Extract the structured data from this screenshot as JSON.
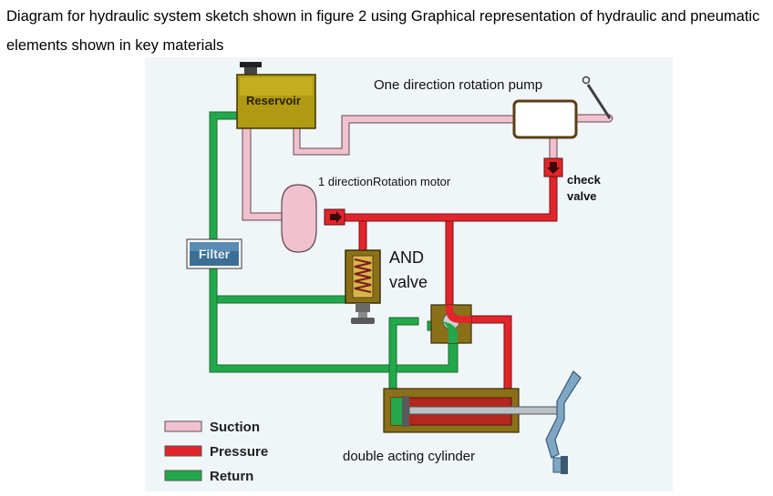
{
  "caption": {
    "text": "Diagram for hydraulic system sketch shown in figure 2 using Graphical representation of hydraulic and pneumatic elements shown in key materials"
  },
  "diagram": {
    "colors": {
      "suction": "#f2c1cf",
      "pressure": "#e2252b",
      "return": "#22a84a",
      "reservoir": "#b09a14",
      "filter": "#3b6f96",
      "background": "#f0f5f8"
    },
    "labels": {
      "reservoir": "Reservoir",
      "pump": "One direction rotation pump",
      "check_valve_line1": "check",
      "check_valve_line2": "valve",
      "motor": "1 directionRotation motor",
      "and_valve_line1": "AND",
      "and_valve_line2": "valve",
      "filter": "Filter",
      "cylinder": "double acting cylinder"
    },
    "legend": [
      {
        "label": "Suction",
        "color": "#f2c1cf"
      },
      {
        "label": "Pressure",
        "color": "#e2252b"
      },
      {
        "label": "Return",
        "color": "#22a84a"
      }
    ]
  }
}
